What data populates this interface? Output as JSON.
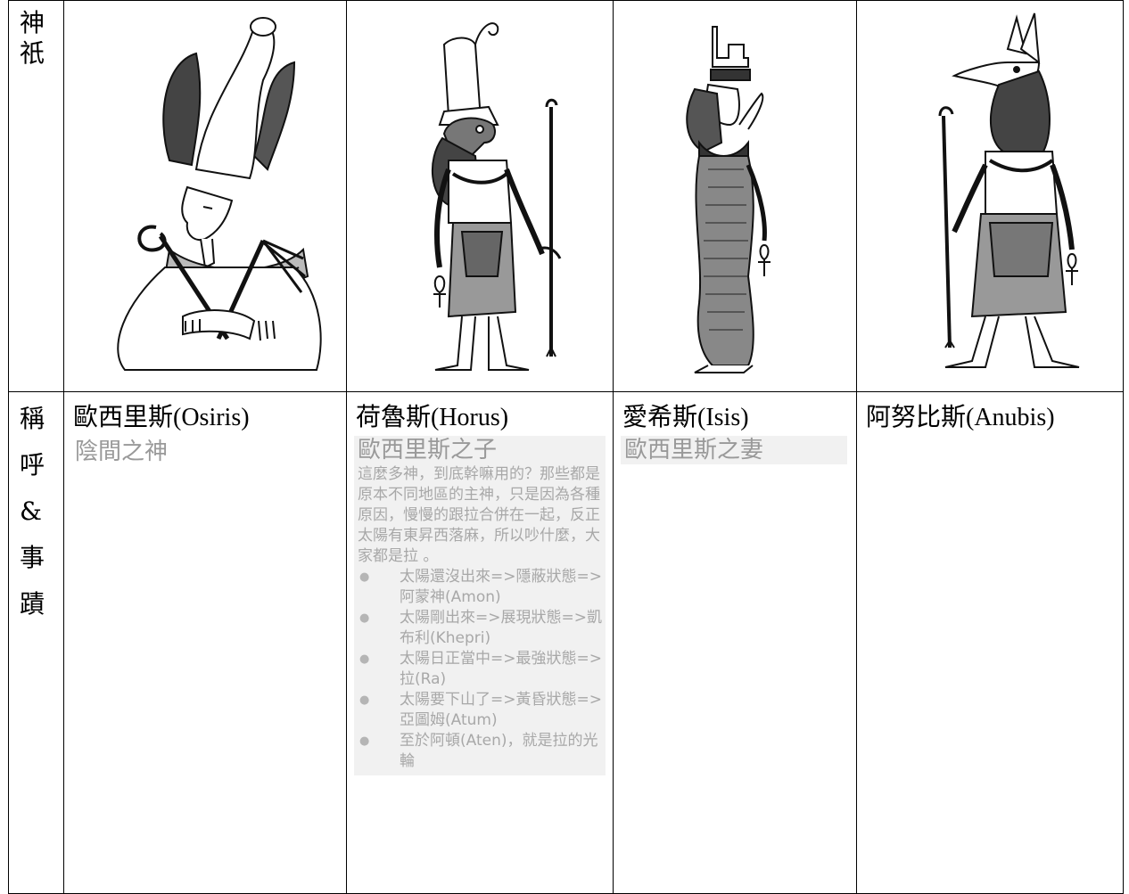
{
  "row_labels": {
    "gods": [
      "神",
      "祇"
    ],
    "titles": [
      "稱",
      "呼",
      "&",
      "事",
      "蹟"
    ]
  },
  "gods": [
    {
      "name_zh": "歐西里斯",
      "name_en": "(Osiris)",
      "subtitle": "陰間之神",
      "icon": "osiris-figure-icon"
    },
    {
      "name_zh": "荷魯斯",
      "name_en": "(Horus)",
      "subtitle": "歐西里斯之子",
      "note": "這麼多神，到底幹嘛用的？那些都是原本不同地區的主神，只是因為各種原因，慢慢的跟拉合併在一起，反正太陽有東昇西落麻，所以吵什麼，大家都是拉 。",
      "bullets": [
        "太陽還沒出來=>隱蔽狀態=>阿蒙神(Amon)",
        "太陽剛出來=>展現狀態=>凱布利(Khepri)",
        "太陽日正當中=>最強狀態=>拉(Ra)",
        "太陽要下山了=>黃昏狀態=>亞圖姆(Atum)",
        "至於阿頓(Aten)，就是拉的光輪"
      ],
      "icon": "horus-figure-icon"
    },
    {
      "name_zh": "愛希斯",
      "name_en": "(Isis)",
      "subtitle": "歐西里斯之妻",
      "icon": "isis-figure-icon"
    },
    {
      "name_zh": "阿努比斯",
      "name_en": "(Anubis)",
      "subtitle": "",
      "icon": "anubis-figure-icon"
    }
  ],
  "colors": {
    "border": "#000000",
    "muted_text": "#999999",
    "note_bg": "#f1f1f1"
  }
}
